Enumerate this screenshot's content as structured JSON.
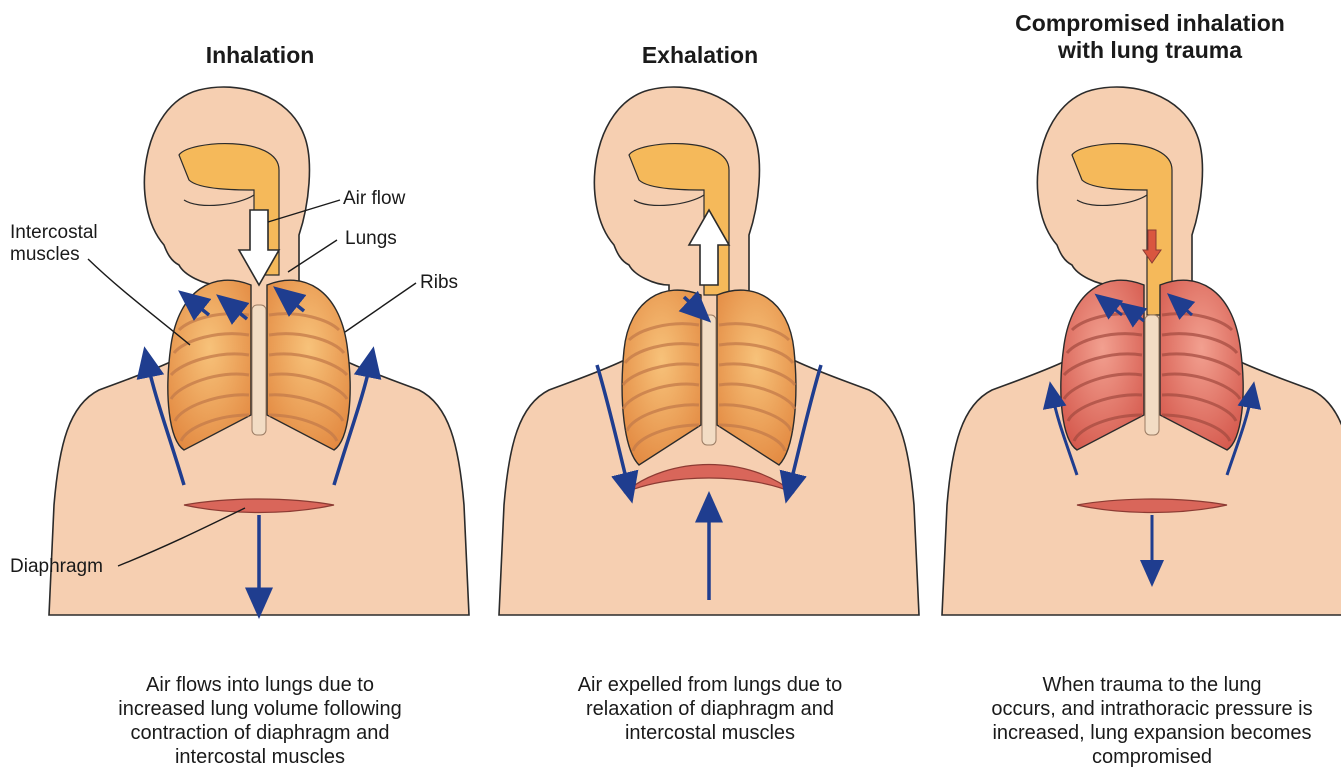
{
  "panels": [
    {
      "id": "inhalation",
      "title": "Inhalation",
      "caption": [
        "Air flows into lungs due to",
        "increased lung volume following",
        "contraction of diaphragm and",
        "intercostal muscles"
      ]
    },
    {
      "id": "exhalation",
      "title": "Exhalation",
      "caption": [
        "Air expelled from lungs due to",
        "relaxation of diaphragm and",
        "intercostal muscles"
      ]
    },
    {
      "id": "compromised",
      "title_lines": [
        "Compromised inhalation",
        "with lung trauma"
      ],
      "caption": [
        "When trauma to the lung",
        "occurs, and intrathoracic pressure is",
        "increased, lung expansion becomes",
        "compromised"
      ]
    }
  ],
  "labels": {
    "air_flow": "Air flow",
    "intercostal_line1": "Intercostal",
    "intercostal_line2": "muscles",
    "lungs": "Lungs",
    "ribs": "Ribs",
    "diaphragm": "Diaphragm"
  },
  "colors": {
    "skin": "#f6cfb1",
    "skin_outline": "#2b2b2b",
    "airway": "#f5b95a",
    "lung_normal": "#eb9a55",
    "lung_trauma": "#e06c62",
    "rib": "#c47b4a",
    "diaphragm": "#d9665a",
    "arrow_blue": "#1f3d8f",
    "arrow_red": "#d9563f"
  }
}
